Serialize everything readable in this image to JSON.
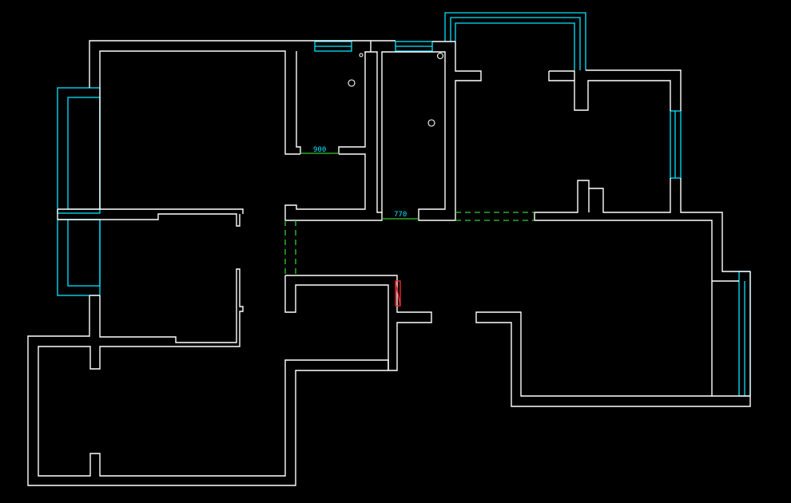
{
  "drawing": {
    "background": "#000000",
    "colors": {
      "wall": "#ffffff",
      "window": "#00e5ff",
      "opening": "#33cc33",
      "highlight": "#ff2a2a",
      "dimension_text": "#00e5ff"
    },
    "dimensions": [
      {
        "id": "dim-900",
        "label": "900"
      },
      {
        "id": "dim-770",
        "label": "770"
      }
    ]
  }
}
